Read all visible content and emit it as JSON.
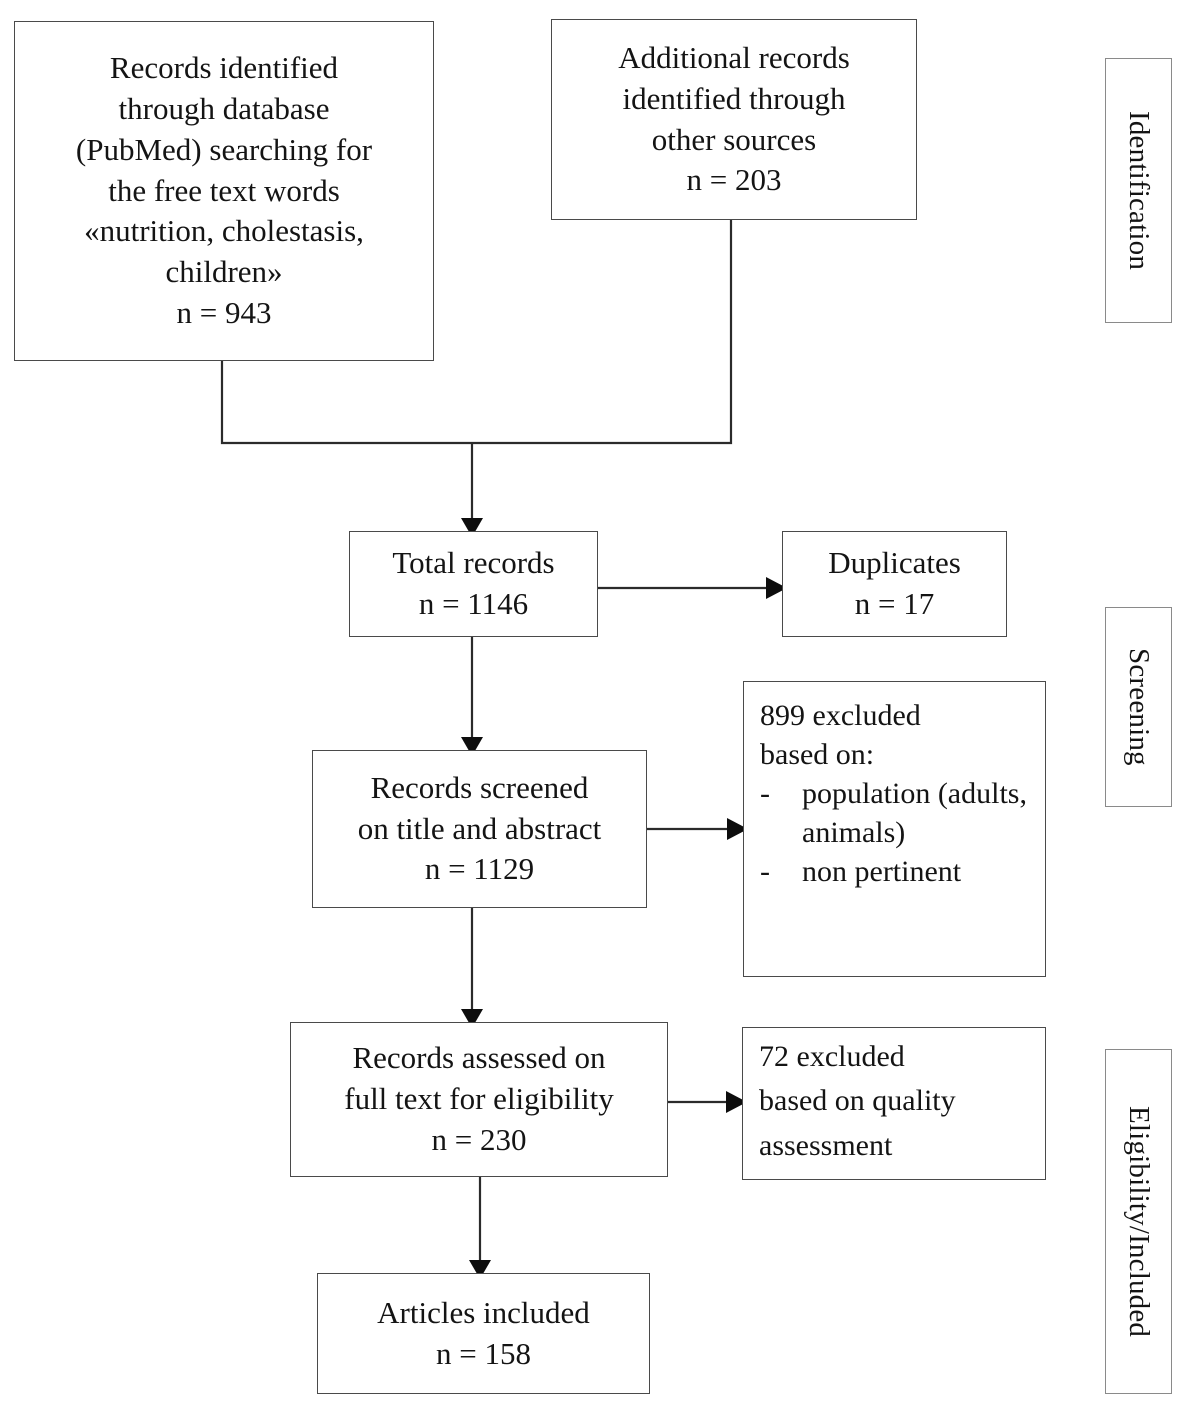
{
  "diagram": {
    "title": "PRISMA study selection flow diagram",
    "type": "flowchart",
    "stroke_color": "#2b2b2b",
    "box_border_color": "#4a4a4a",
    "background_color": "#ffffff"
  },
  "boxes": {
    "identified_database": {
      "lines": [
        "Records identified",
        "through database",
        "(PubMed) searching for",
        "the free text words",
        "«nutrition, cholestasis,",
        "children»",
        "n = 943"
      ],
      "count": "n = 943"
    },
    "additional_records": {
      "lines": [
        "Additional records",
        "identified through",
        "other sources",
        "n = 203"
      ],
      "count": "n = 203"
    },
    "total_records": {
      "lines": [
        "Total records",
        "n = 1146"
      ],
      "count": "n = 1146"
    },
    "duplicates": {
      "lines": [
        "Duplicates",
        "n = 17"
      ],
      "count": "n = 17"
    },
    "records_screened": {
      "lines": [
        "Records screened",
        "on title and abstract",
        "n = 1129"
      ],
      "count": "n = 1129"
    },
    "excluded_screening": {
      "heading_lines": [
        "899 excluded",
        "based on:"
      ],
      "bullet_marker": "-",
      "bullets": [
        "population (adults, animals)",
        "non pertinent"
      ],
      "count": "899"
    },
    "records_assessed": {
      "lines": [
        "Records assessed on",
        "full text for eligibility",
        "n = 230"
      ],
      "count": "n = 230"
    },
    "excluded_quality": {
      "lines": [
        "72 excluded",
        "based on quality",
        "assessment"
      ],
      "count": "72"
    },
    "articles_included": {
      "lines": [
        "Articles included",
        "n = 158"
      ],
      "count": "n = 158"
    }
  },
  "stage_labels": {
    "identification": "Identification",
    "screening": "Screening",
    "eligibility_included": "Eligibility/Included"
  },
  "chart_data": {
    "type": "flowchart",
    "title": "PRISMA flow diagram of record selection",
    "nodes": [
      {
        "id": "identified_database",
        "label": "Records identified through database (PubMed) searching for the free text words «nutrition, cholestasis, children»",
        "n": 943,
        "stage": "Identification"
      },
      {
        "id": "additional_records",
        "label": "Additional records identified through other sources",
        "n": 203,
        "stage": "Identification"
      },
      {
        "id": "total_records",
        "label": "Total records",
        "n": 1146,
        "stage": "Screening"
      },
      {
        "id": "duplicates",
        "label": "Duplicates",
        "n": 17,
        "stage": "Screening"
      },
      {
        "id": "records_screened",
        "label": "Records screened on title and abstract",
        "n": 1129,
        "stage": "Screening"
      },
      {
        "id": "excluded_screening",
        "label": "899 excluded based on: population (adults, animals); non pertinent",
        "n": 899,
        "stage": "Screening"
      },
      {
        "id": "records_assessed",
        "label": "Records assessed on full text for eligibility",
        "n": 230,
        "stage": "Eligibility/Included"
      },
      {
        "id": "excluded_quality",
        "label": "72 excluded based on quality assessment",
        "n": 72,
        "stage": "Eligibility/Included"
      },
      {
        "id": "articles_included",
        "label": "Articles included",
        "n": 158,
        "stage": "Eligibility/Included"
      }
    ],
    "edges": [
      {
        "from": "identified_database",
        "to": "total_records"
      },
      {
        "from": "additional_records",
        "to": "total_records"
      },
      {
        "from": "total_records",
        "to": "duplicates"
      },
      {
        "from": "total_records",
        "to": "records_screened"
      },
      {
        "from": "records_screened",
        "to": "excluded_screening"
      },
      {
        "from": "records_screened",
        "to": "records_assessed"
      },
      {
        "from": "records_assessed",
        "to": "excluded_quality"
      },
      {
        "from": "records_assessed",
        "to": "articles_included"
      }
    ]
  }
}
